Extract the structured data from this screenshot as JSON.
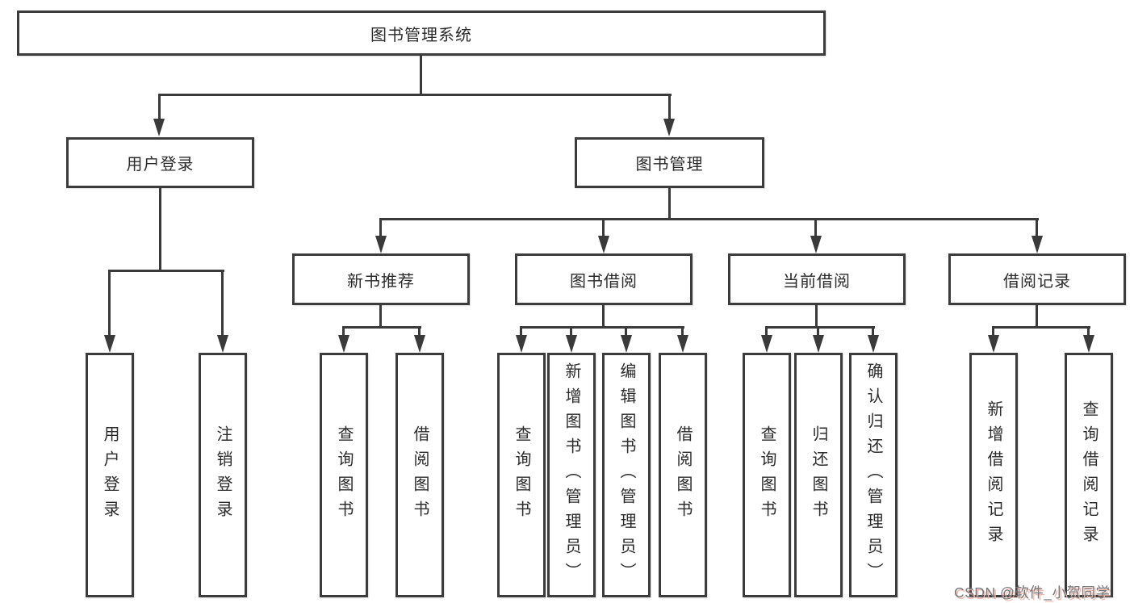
{
  "tree": {
    "root": {
      "label": "图书管理系统"
    },
    "level2": [
      {
        "label": "用户登录"
      },
      {
        "label": "图书管理"
      }
    ],
    "level3": [
      {
        "label": "新书推荐"
      },
      {
        "label": "图书借阅"
      },
      {
        "label": "当前借阅"
      },
      {
        "label": "借阅记录"
      }
    ],
    "leaves": [
      {
        "label": "用户登录"
      },
      {
        "label": "注销登录"
      },
      {
        "label": "查询图书"
      },
      {
        "label": "借阅图书"
      },
      {
        "label": "查询图书"
      },
      {
        "label": "新增图书（管理员）"
      },
      {
        "label": "编辑图书（管理员）"
      },
      {
        "label": "借阅图书"
      },
      {
        "label": "查询图书"
      },
      {
        "label": "归还图书"
      },
      {
        "label": "确认归还（管理员）"
      },
      {
        "label": "新增借阅记录"
      },
      {
        "label": "查询借阅记录"
      }
    ]
  },
  "watermark": {
    "text": "CSDN @软件_小贺同学"
  },
  "colors": {
    "line": "#3a3a3a",
    "box_border": "#3c3c3c",
    "text": "#2b2b2b",
    "background": "#ffffff",
    "watermark_text": "#75787d",
    "watermark_shadow": "#f3b7aa"
  }
}
